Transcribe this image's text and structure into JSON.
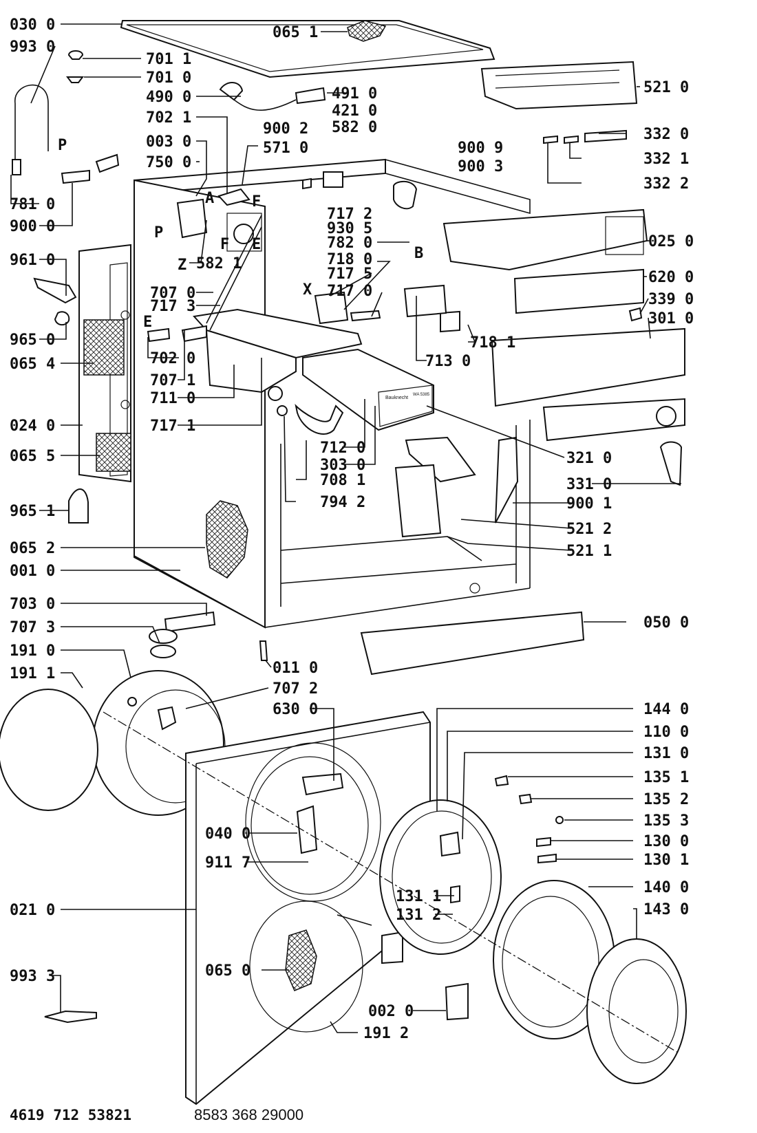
{
  "labels": {
    "l0300": "030 0",
    "l0651": "065 1",
    "l9930": "993 0",
    "l7011": "701 1",
    "l7010": "701 0",
    "l4900": "490 0",
    "l4910": "491 0",
    "l4210": "421 0",
    "l5820": "582 0",
    "l5210": "521 0",
    "l7021": "702 1",
    "l9002": "900 2",
    "l3320": "332 0",
    "l0030": "003 0",
    "l5710": "571 0",
    "l9009": "900 9",
    "l3321": "332 1",
    "l7500": "750 0",
    "l9003": "900 3",
    "l3322": "332 2",
    "l7810": "781 0",
    "l9000": "900 0",
    "l7172": "717 2",
    "l9305": "930 5",
    "l0250": "025 0",
    "l7820": "782 0",
    "l5821": "582 1",
    "l7180": "718 0",
    "l9610": "961 0",
    "l7175": "717 5",
    "l6200": "620 0",
    "l7070": "707 0",
    "l7170": "717 0",
    "l3390": "339 0",
    "l7173": "717 3",
    "l3010": "301 0",
    "l9650": "965 0",
    "l7020": "702 0",
    "l7181": "718 1",
    "l0654": "065 4",
    "l7130": "713 0",
    "l7071": "707 1",
    "l7110": "711 0",
    "l7171": "717 1",
    "l0240": "024 0",
    "l7120": "712 0",
    "l3210": "321 0",
    "l3030": "303 0",
    "l0655": "065 5",
    "l7081": "708 1",
    "l3310": "331 0",
    "l7942": "794 2",
    "l9651": "965 1",
    "l9001": "900 1",
    "l5212": "521 2",
    "l0652": "065 2",
    "l5211": "521 1",
    "l0010": "001 0",
    "l7030": "703 0",
    "l0500": "050 0",
    "l7073": "707 3",
    "l1910": "191 0",
    "l0110": "011 0",
    "l1911": "191 1",
    "l7072": "707 2",
    "l6300": "630 0",
    "l1440": "144 0",
    "l1100": "110 0",
    "l1310": "131 0",
    "l1351": "135 1",
    "l1352": "135 2",
    "l0400": "040 0",
    "l1353": "135 3",
    "l1300": "130 0",
    "l9117": "911 7",
    "l1301": "130 1",
    "l1400": "140 0",
    "l1311": "131 1",
    "l1312": "131 2",
    "l0210": "021 0",
    "l1430": "143 0",
    "l9933": "993 3",
    "l0650": "065 0",
    "l0020": "002 0",
    "l1912": "191 2"
  },
  "letters": {
    "P_top": "P",
    "A": "A",
    "F_top": "F",
    "P_left": "P",
    "F_mid": "F",
    "E_mid": "E",
    "Z": "Z",
    "B": "B",
    "X": "X",
    "E_left": "E"
  },
  "footer": {
    "left_code": "4619 712 53821",
    "right_code": "8583 368 29000"
  },
  "panel": {
    "brand": "Bauknecht",
    "model": "WA 5385"
  }
}
